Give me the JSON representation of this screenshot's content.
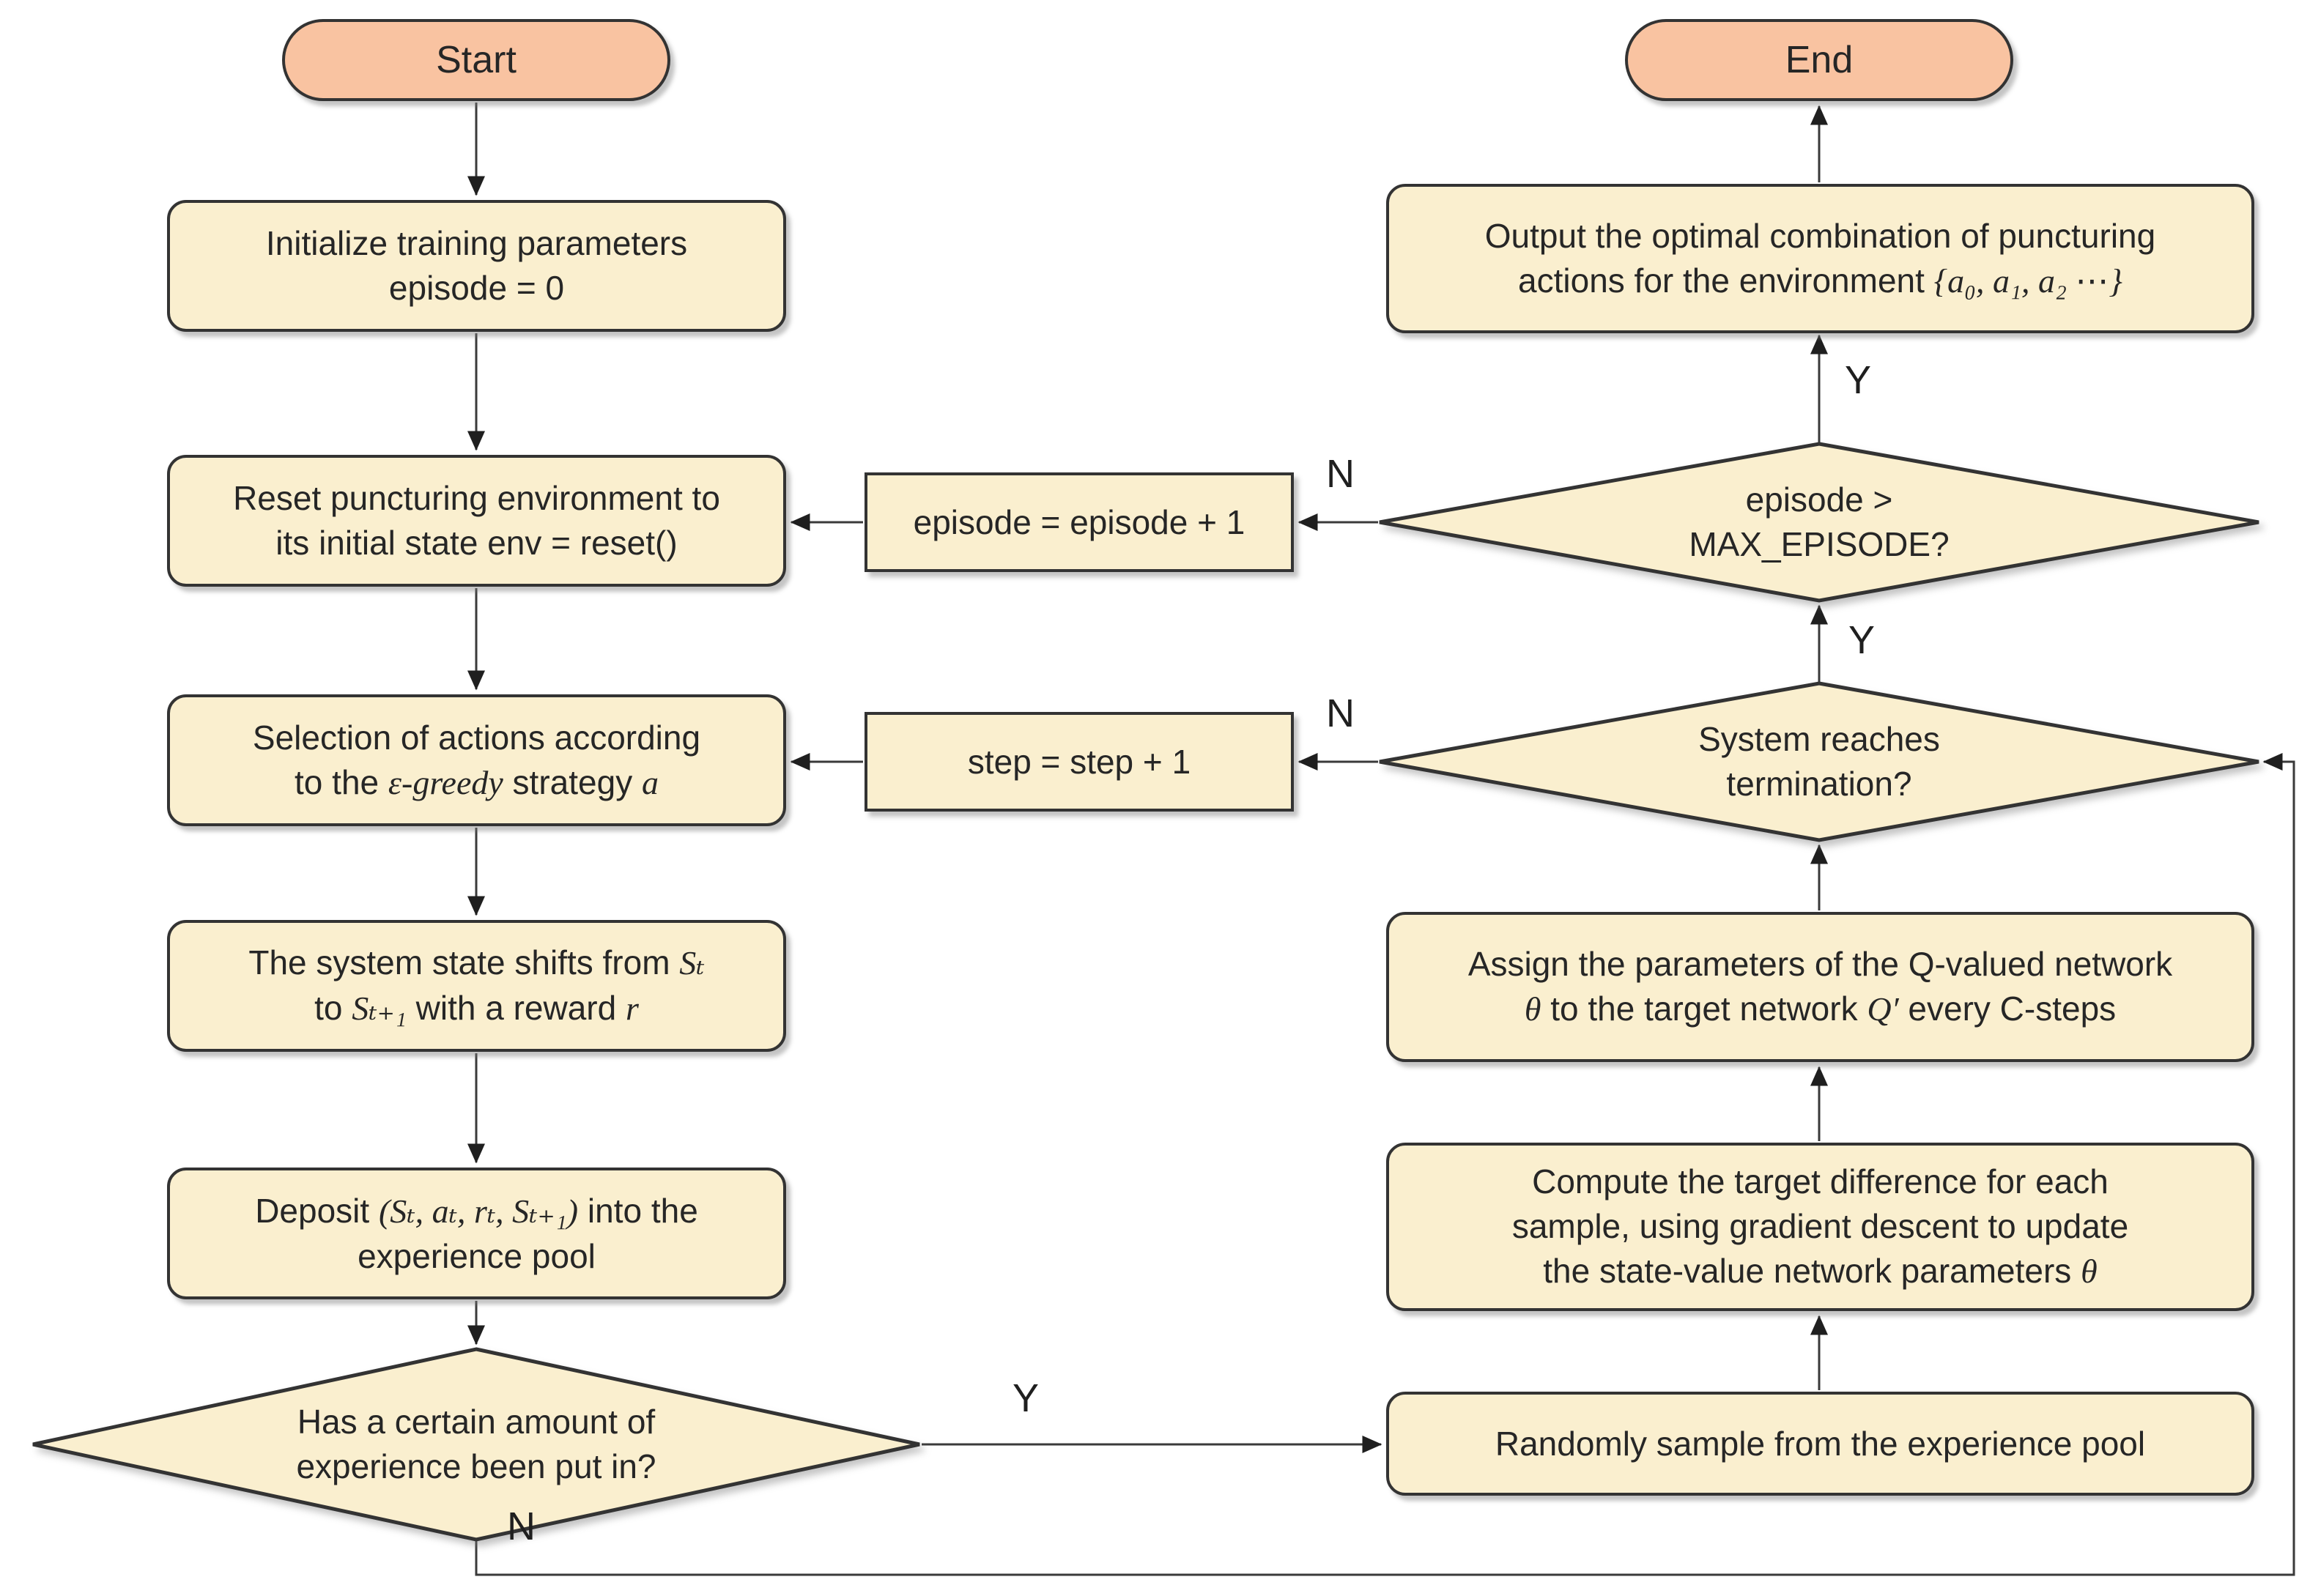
{
  "flowchart": {
    "colors": {
      "terminator_fill": "#F9C3A1",
      "process_fill": "#FAEFCF",
      "border": "#333333",
      "connector": "#3a3a3a",
      "text": "#262626"
    },
    "nodes": {
      "start": {
        "label": "Start"
      },
      "end": {
        "label": "End"
      },
      "initialize": {
        "l1": "Initialize training parameters",
        "l2": "episode = 0"
      },
      "reset": {
        "l1": "Reset puncturing environment to",
        "l2": "its initial state env = reset()"
      },
      "selection": {
        "l1": "Selection of actions according",
        "l2s0": "to the ",
        "l2s1": "ε-greedy",
        "l2s2": " strategy ",
        "l2s3": "a"
      },
      "sysstate": {
        "l1s0": "The system state shifts from ",
        "l1s1": "Sₜ",
        "l2s0": "to ",
        "l2s1": "Sₜ₊₁",
        "l2s2": " with a reward ",
        "l2s3": "r"
      },
      "deposit": {
        "l1s0": "Deposit ",
        "l1s1": "(Sₜ, aₜ, rₜ, Sₜ₊₁)",
        "l1s2": " into the",
        "l2": "experience pool"
      },
      "has_experience": {
        "l1": "Has a certain amount of",
        "l2": "experience been put in?"
      },
      "episode_inc": {
        "label": "episode = episode + 1"
      },
      "step_inc": {
        "label": "step = step + 1"
      },
      "episode_check": {
        "l1": "episode >",
        "l2": "MAX_EPISODE?"
      },
      "termination_check": {
        "l1": "System reaches",
        "l2": "termination?"
      },
      "output": {
        "l1": "Output the optimal combination of puncturing",
        "l2s0": "actions for the environment ",
        "l2s1": "{a₀, a₁, a₂ ⋯}"
      },
      "assign": {
        "l1": "Assign the parameters of the Q-valued network",
        "l2s0": "θ",
        "l2s1": " to the target network ",
        "l2s2": "Q′",
        "l2s3": " every C-steps"
      },
      "compute": {
        "l1": "Compute the target difference for each",
        "l2": "sample, using gradient descent to update",
        "l3s0": "the state-value network parameters ",
        "l3s1": "θ"
      },
      "sample": {
        "label": "Randomly sample from the experience pool"
      }
    },
    "edge_labels": {
      "y_top": "Y",
      "y_mid": "Y",
      "y_bottom": "Y",
      "n_episode": "N",
      "n_step": "N",
      "n_bottom": "N"
    }
  }
}
